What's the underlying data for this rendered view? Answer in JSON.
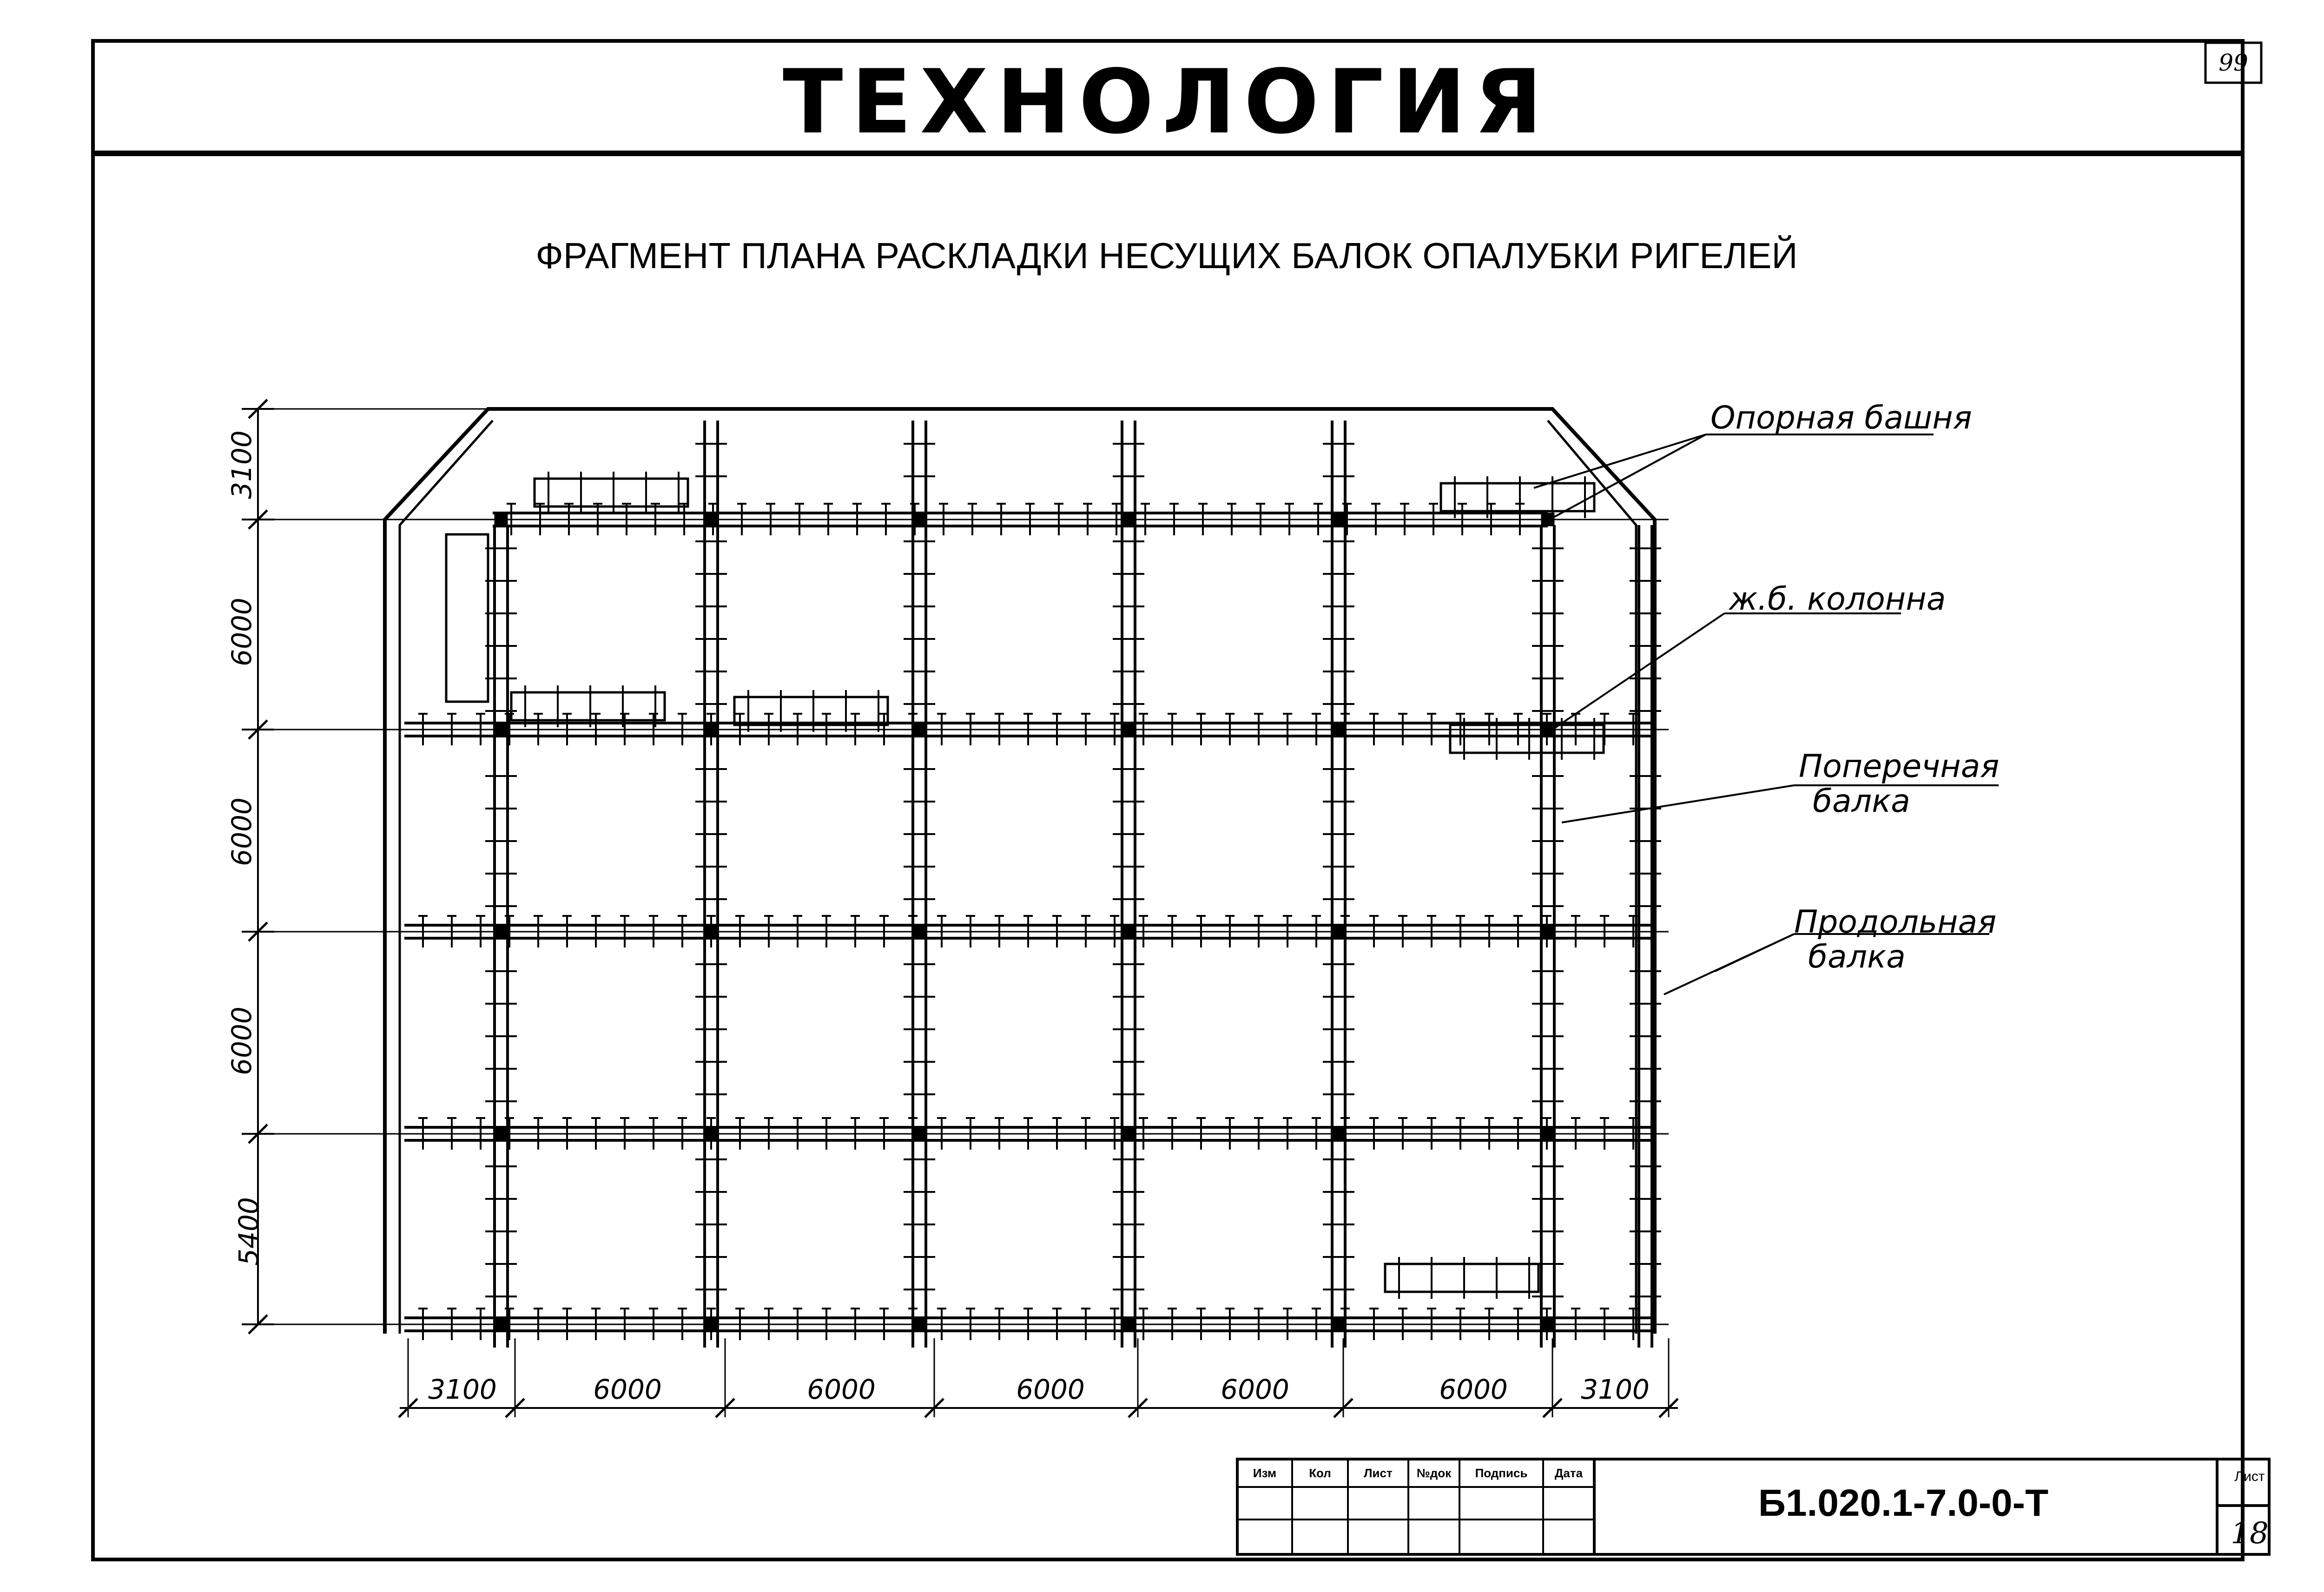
{
  "header": {
    "title": "ТЕХНОЛОГИЯ",
    "sheet_number": "99"
  },
  "drawing": {
    "title": "ФРАГМЕНТ ПЛАНА РАСКЛАДКИ НЕСУЩИХ БАЛОК ОПАЛУБКИ РИГЕЛЕЙ",
    "callouts": {
      "support_tower": "Опорная башня",
      "rc_column": "ж.б. колонна",
      "transverse_beam_1": "Поперечная",
      "transverse_beam_2": "балка",
      "longitudinal_beam_1": "Продольная",
      "longitudinal_beam_2": "балка"
    },
    "dims_horizontal": [
      "3100",
      "6000",
      "6000",
      "6000",
      "6000",
      "6000",
      "3100"
    ],
    "dims_vertical": [
      "3100",
      "6000",
      "6000",
      "6000",
      "5400"
    ]
  },
  "title_block": {
    "columns": [
      "Изм",
      "Кол",
      "Лист",
      "№док",
      "Подпись",
      "Дата"
    ],
    "code": "Б1.020.1-7.0-0-Т",
    "sheet_label": "Лист",
    "sheet_value": "18"
  }
}
